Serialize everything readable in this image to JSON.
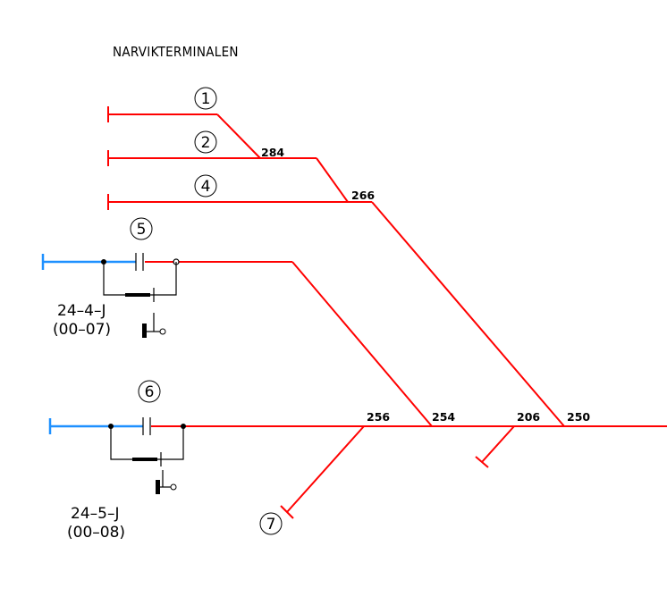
{
  "title": "NARVIKTERMINALEN",
  "tracks": {
    "t1": "1",
    "t2": "2",
    "t4": "4",
    "t5": "5",
    "t6": "6",
    "t7": "7"
  },
  "switches": {
    "s284": "284",
    "s266": "266",
    "s256": "256",
    "s254": "254",
    "s206": "206",
    "s250": "250"
  },
  "devices": {
    "d1_line1": "24–4–J",
    "d1_line2": "(00–07)",
    "d2_line1": "24–5–J",
    "d2_line2": "(00–08)"
  },
  "colors": {
    "track": "#ff0000",
    "isolated": "#1e90ff",
    "equipment": "#000000"
  }
}
